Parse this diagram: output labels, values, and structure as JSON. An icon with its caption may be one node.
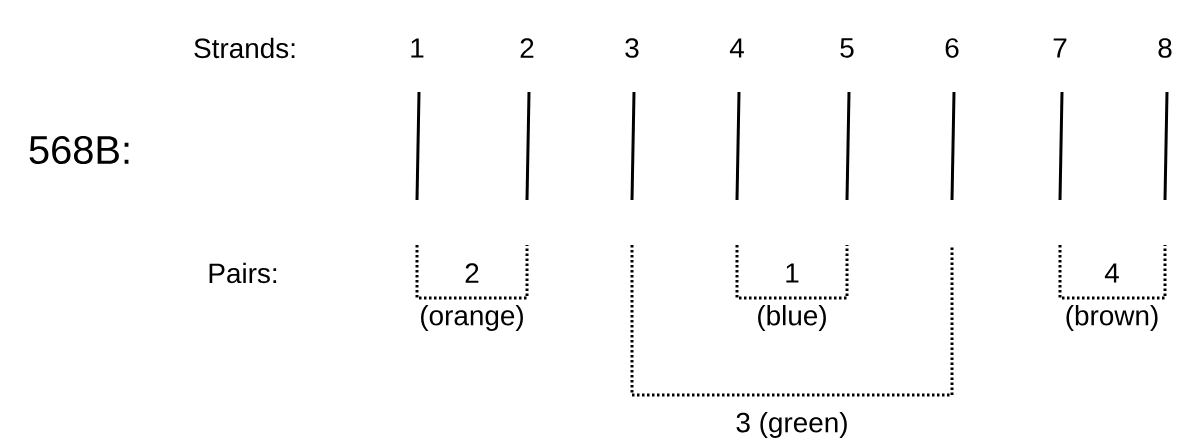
{
  "diagram": {
    "labels": [
      "Strands:",
      "1",
      "2",
      "3",
      "4",
      "5",
      "6",
      "7",
      "8",
      "568B:",
      "Pairs:",
      "2",
      "1",
      "4",
      "(orange)",
      "(blue)",
      "(brown)",
      "3 (green)"
    ]
  }
}
